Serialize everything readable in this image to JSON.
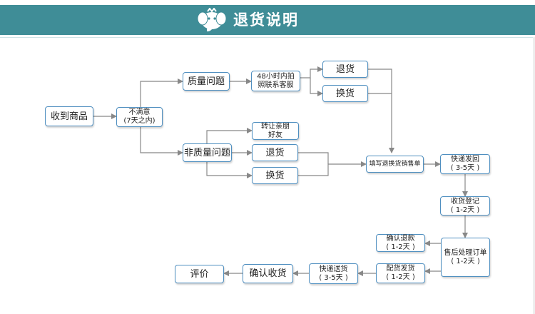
{
  "header": {
    "title": "退货说明"
  },
  "colors": {
    "banner": "#3f8d97",
    "box_border": "#4f8fc0",
    "connector": "#888888"
  },
  "nodes": {
    "receive": "收到商品",
    "unsatisfied": "不满意\n(7天之内)",
    "quality": "质量问题",
    "contact48": "48小时内拍\n照联系客服",
    "return_a": "退货",
    "exchange_a": "换货",
    "nonquality": "非质量问题",
    "gift": "转让亲朋\n好友",
    "return_b": "退货",
    "exchange_b": "换货",
    "fill_form": "填写退换货销售单",
    "ship_back": "快递发回\n( 3-5天 )",
    "receive_reg": "收货登记\n( 1-2天 )",
    "process": "售后处理订单\n( 1-2天 )",
    "confirm_refund": "确认退款\n( 1-2天 )",
    "dispatch": "配货发货\n( 1-2天 )",
    "express": "快递送货\n( 3-5天 )",
    "confirm_receipt": "确认收货",
    "review": "评价"
  }
}
